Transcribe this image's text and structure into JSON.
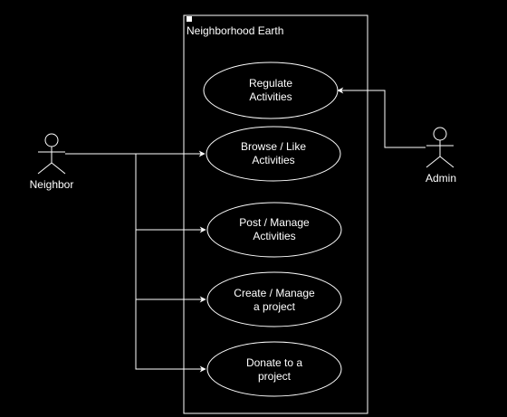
{
  "diagram": {
    "system_title": "Neighborhood Earth",
    "actors": [
      {
        "id": "neighbor",
        "label": "Neighbor"
      },
      {
        "id": "admin",
        "label": "Admin"
      }
    ],
    "use_cases": [
      {
        "id": "regulate",
        "line1": "Regulate",
        "line2": "Activities"
      },
      {
        "id": "browse",
        "line1": "Browse / Like",
        "line2": "Activities"
      },
      {
        "id": "post",
        "line1": "Post / Manage",
        "line2": "Activities"
      },
      {
        "id": "create",
        "line1": "Create / Manage",
        "line2": "a project"
      },
      {
        "id": "donate",
        "line1": "Donate to a",
        "line2": "project"
      }
    ],
    "associations": [
      {
        "from": "neighbor",
        "to": "browse"
      },
      {
        "from": "neighbor",
        "to": "post"
      },
      {
        "from": "neighbor",
        "to": "create"
      },
      {
        "from": "neighbor",
        "to": "donate"
      },
      {
        "from": "admin",
        "to": "regulate"
      }
    ],
    "colors": {
      "background": "#000000",
      "stroke": "#ffffff",
      "fill": "#000000"
    }
  }
}
